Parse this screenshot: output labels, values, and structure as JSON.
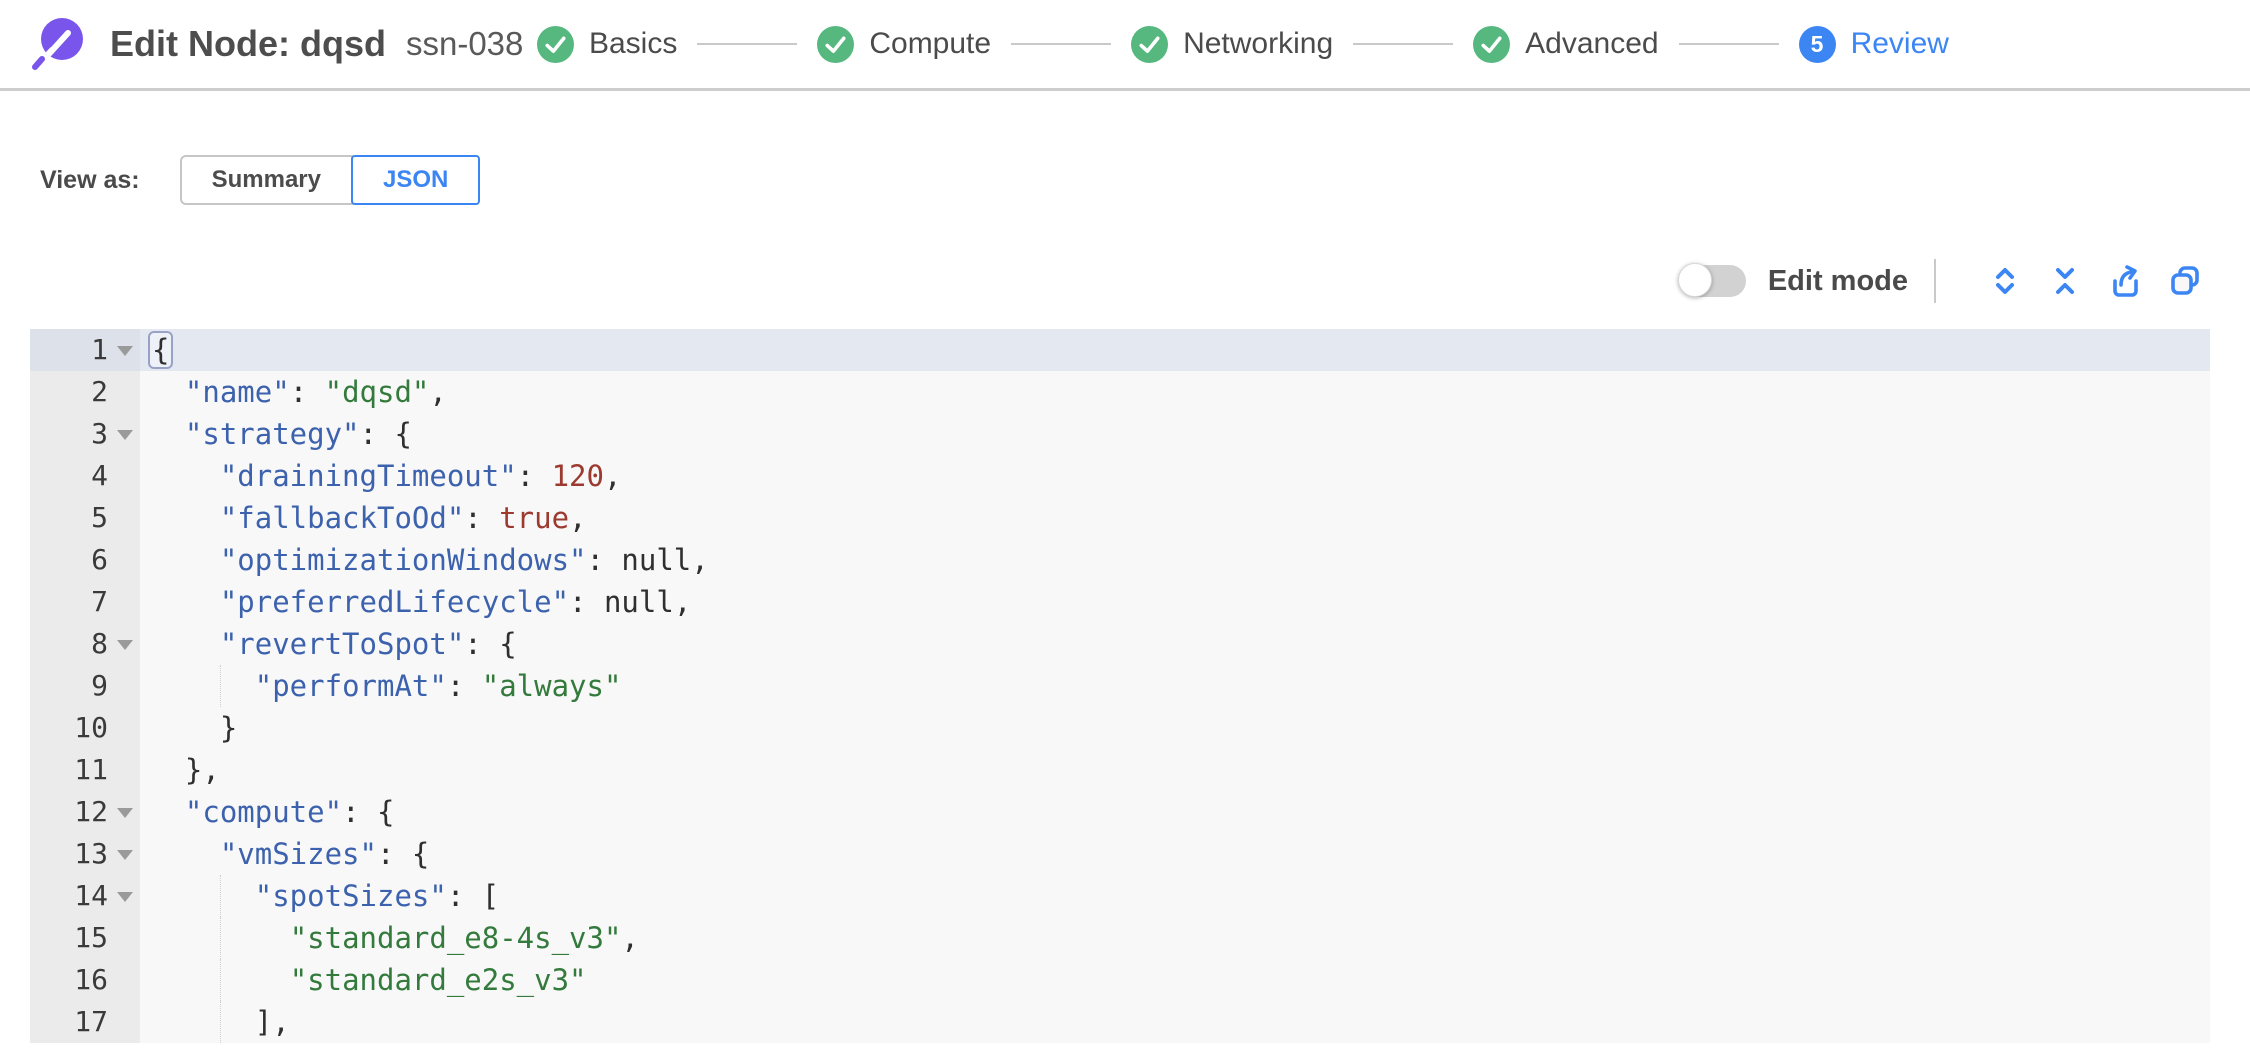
{
  "header": {
    "title": "Edit Node: dqsd",
    "node_id": "ssn-038",
    "steps": [
      {
        "label": "Basics",
        "state": "completed"
      },
      {
        "label": "Compute",
        "state": "completed"
      },
      {
        "label": "Networking",
        "state": "completed"
      },
      {
        "label": "Advanced",
        "state": "completed"
      },
      {
        "label": "Review",
        "state": "current",
        "number": "5"
      }
    ]
  },
  "view_as": {
    "label": "View as:",
    "options": [
      {
        "label": "Summary",
        "selected": false
      },
      {
        "label": "JSON",
        "selected": true
      }
    ]
  },
  "editor_toolbar": {
    "edit_mode_label": "Edit mode",
    "edit_mode_enabled": false,
    "icons": [
      "expand-all",
      "collapse-all",
      "export",
      "copy"
    ]
  },
  "colors": {
    "accent_blue": "#3c86f4",
    "step_green": "#56b87e",
    "logo_purple": "#7a55ec",
    "token_key": "#3d62ad",
    "token_string": "#337a3c",
    "token_number": "#9c3a30",
    "token_boolean": "#9c3a30",
    "token_null": "#2f2f2f",
    "active_line_bg": "#e4e8f1"
  },
  "editor": {
    "active_line": 1,
    "folded_lines": [
      1,
      3,
      8,
      12,
      13,
      14
    ],
    "lines": [
      {
        "n": 1,
        "tokens": [
          {
            "t": "punct",
            "v": "{",
            "cursor": true
          }
        ]
      },
      {
        "n": 2,
        "tokens": [
          {
            "t": "ws",
            "v": "  "
          },
          {
            "t": "key",
            "v": "\"name\""
          },
          {
            "t": "punct",
            "v": ": "
          },
          {
            "t": "str",
            "v": "\"dqsd\""
          },
          {
            "t": "punct",
            "v": ","
          }
        ]
      },
      {
        "n": 3,
        "tokens": [
          {
            "t": "ws",
            "v": "  "
          },
          {
            "t": "key",
            "v": "\"strategy\""
          },
          {
            "t": "punct",
            "v": ": {"
          }
        ]
      },
      {
        "n": 4,
        "tokens": [
          {
            "t": "ws",
            "v": "    "
          },
          {
            "t": "key",
            "v": "\"drainingTimeout\""
          },
          {
            "t": "punct",
            "v": ": "
          },
          {
            "t": "num",
            "v": "120"
          },
          {
            "t": "punct",
            "v": ","
          }
        ]
      },
      {
        "n": 5,
        "tokens": [
          {
            "t": "ws",
            "v": "    "
          },
          {
            "t": "key",
            "v": "\"fallbackToOd\""
          },
          {
            "t": "punct",
            "v": ": "
          },
          {
            "t": "bool",
            "v": "true"
          },
          {
            "t": "punct",
            "v": ","
          }
        ]
      },
      {
        "n": 6,
        "tokens": [
          {
            "t": "ws",
            "v": "    "
          },
          {
            "t": "key",
            "v": "\"optimizationWindows\""
          },
          {
            "t": "punct",
            "v": ": "
          },
          {
            "t": "null",
            "v": "null"
          },
          {
            "t": "punct",
            "v": ","
          }
        ]
      },
      {
        "n": 7,
        "tokens": [
          {
            "t": "ws",
            "v": "    "
          },
          {
            "t": "key",
            "v": "\"preferredLifecycle\""
          },
          {
            "t": "punct",
            "v": ": "
          },
          {
            "t": "null",
            "v": "null"
          },
          {
            "t": "punct",
            "v": ","
          }
        ]
      },
      {
        "n": 8,
        "tokens": [
          {
            "t": "ws",
            "v": "    "
          },
          {
            "t": "key",
            "v": "\"revertToSpot\""
          },
          {
            "t": "punct",
            "v": ": {"
          }
        ]
      },
      {
        "n": 9,
        "guides": [
          4
        ],
        "tokens": [
          {
            "t": "ws",
            "v": "      "
          },
          {
            "t": "key",
            "v": "\"performAt\""
          },
          {
            "t": "punct",
            "v": ": "
          },
          {
            "t": "str",
            "v": "\"always\""
          }
        ]
      },
      {
        "n": 10,
        "tokens": [
          {
            "t": "ws",
            "v": "    "
          },
          {
            "t": "punct",
            "v": "}"
          }
        ]
      },
      {
        "n": 11,
        "tokens": [
          {
            "t": "ws",
            "v": "  "
          },
          {
            "t": "punct",
            "v": "},"
          }
        ]
      },
      {
        "n": 12,
        "tokens": [
          {
            "t": "ws",
            "v": "  "
          },
          {
            "t": "key",
            "v": "\"compute\""
          },
          {
            "t": "punct",
            "v": ": {"
          }
        ]
      },
      {
        "n": 13,
        "tokens": [
          {
            "t": "ws",
            "v": "    "
          },
          {
            "t": "key",
            "v": "\"vmSizes\""
          },
          {
            "t": "punct",
            "v": ": {"
          }
        ]
      },
      {
        "n": 14,
        "guides": [
          4
        ],
        "tokens": [
          {
            "t": "ws",
            "v": "      "
          },
          {
            "t": "key",
            "v": "\"spotSizes\""
          },
          {
            "t": "punct",
            "v": ": ["
          }
        ]
      },
      {
        "n": 15,
        "guides": [
          4
        ],
        "tokens": [
          {
            "t": "ws",
            "v": "        "
          },
          {
            "t": "str",
            "v": "\"standard_e8-4s_v3\""
          },
          {
            "t": "punct",
            "v": ","
          }
        ]
      },
      {
        "n": 16,
        "guides": [
          4
        ],
        "tokens": [
          {
            "t": "ws",
            "v": "        "
          },
          {
            "t": "str",
            "v": "\"standard_e2s_v3\""
          }
        ]
      },
      {
        "n": 17,
        "guides": [
          4
        ],
        "tokens": [
          {
            "t": "ws",
            "v": "      "
          },
          {
            "t": "punct",
            "v": "],"
          }
        ]
      }
    ]
  }
}
